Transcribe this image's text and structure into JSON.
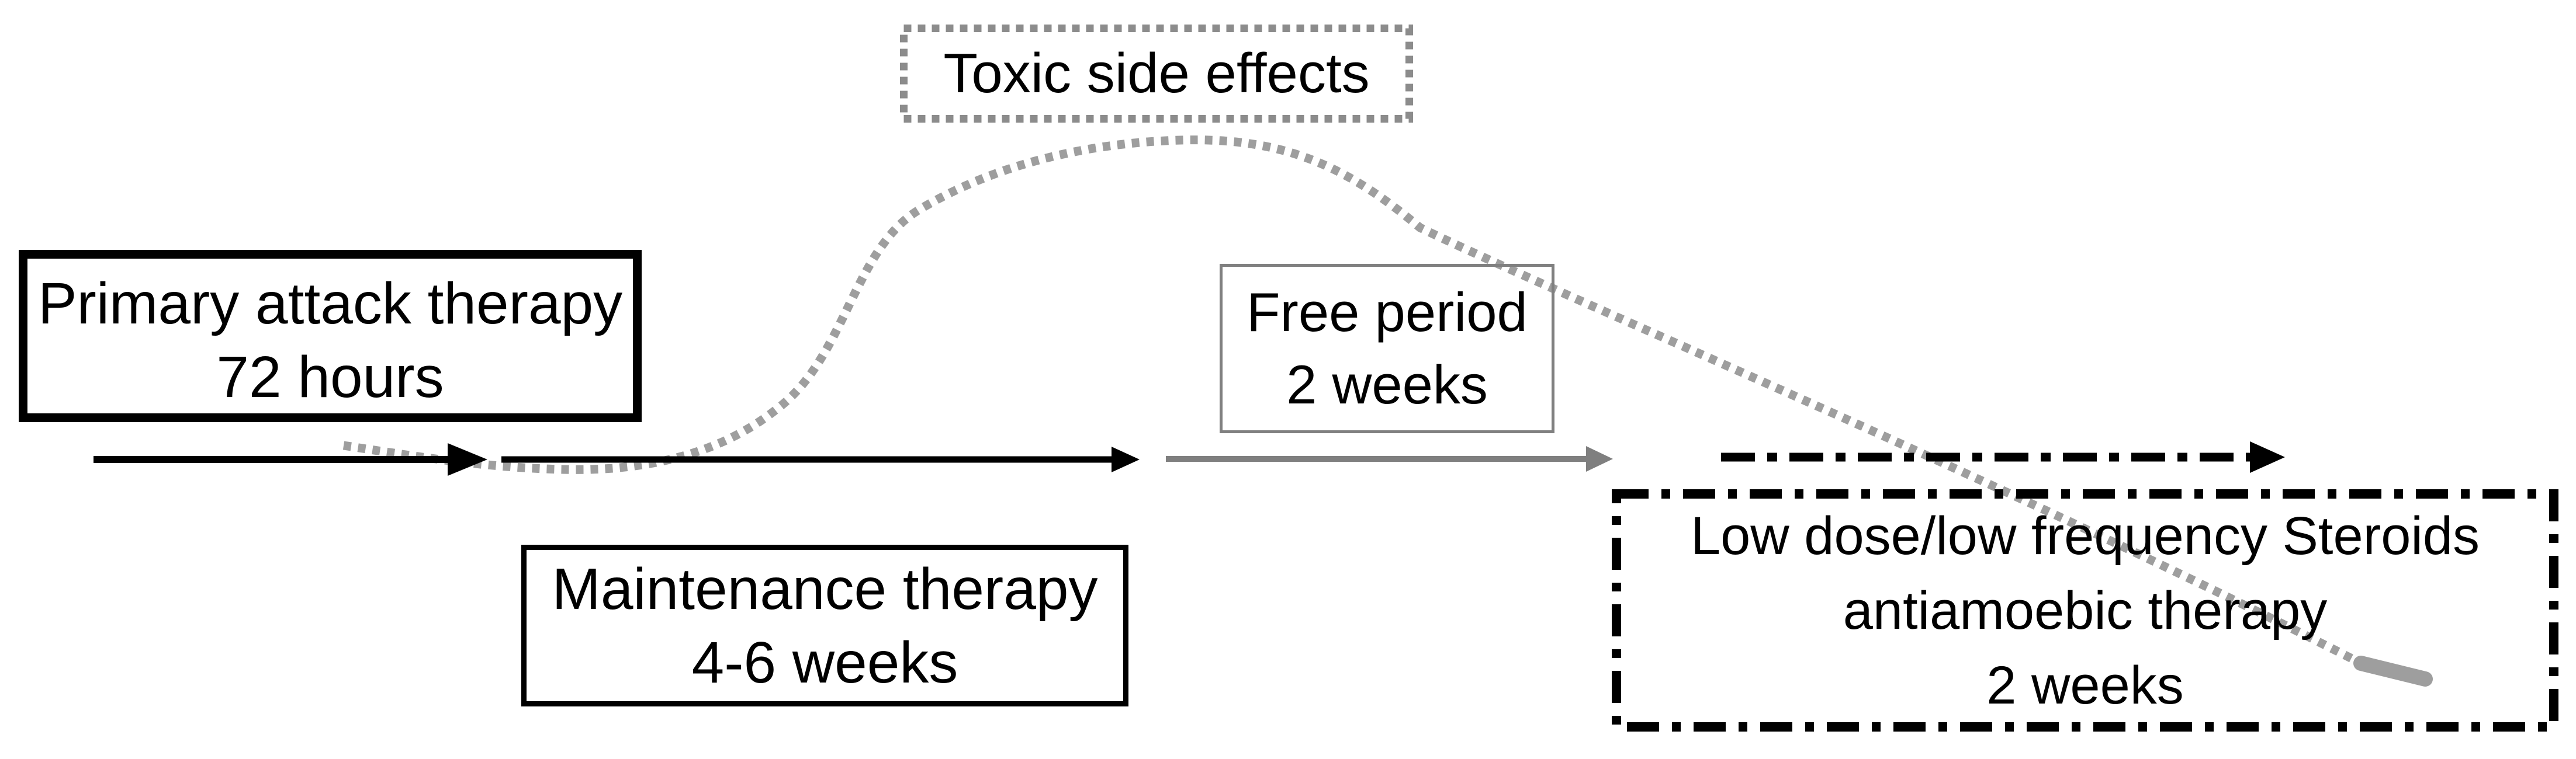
{
  "diagram": {
    "background": "#ffffff",
    "boxes": {
      "primary": {
        "line1": "Primary attack therapy",
        "line2": "72 hours",
        "border_style": "thick solid black"
      },
      "maintenance": {
        "line1": "Maintenance therapy",
        "line2": "4-6 weeks",
        "border_style": "solid black"
      },
      "free": {
        "line1": "Free period",
        "line2": "2 weeks",
        "border_style": "thin solid gray"
      },
      "toxic": {
        "label": "Toxic side effects",
        "border_style": "dotted gray"
      },
      "steroids": {
        "line1": "Low dose/low frequency Steroids",
        "line2": "antiamoebic therapy",
        "line3": "2 weeks",
        "border_style": "dash-dot black"
      }
    },
    "edges": [
      {
        "name": "primary-attack-arrow",
        "style": "solid",
        "color": "#000000"
      },
      {
        "name": "maintenance-arrow",
        "style": "solid",
        "color": "#000000"
      },
      {
        "name": "free-period-arrow",
        "style": "solid",
        "color": "#7f7f7f"
      },
      {
        "name": "steroids-arrow",
        "style": "dash-dot",
        "color": "#000000"
      },
      {
        "name": "toxic-side-effects-curve",
        "style": "dotted",
        "color": "#9e9e9e"
      }
    ],
    "colors": {
      "black": "#000000",
      "gray": "#7f7f7f",
      "curve_gray": "#9e9e9e",
      "dotted_border_gray": "#8c8c8c"
    }
  }
}
